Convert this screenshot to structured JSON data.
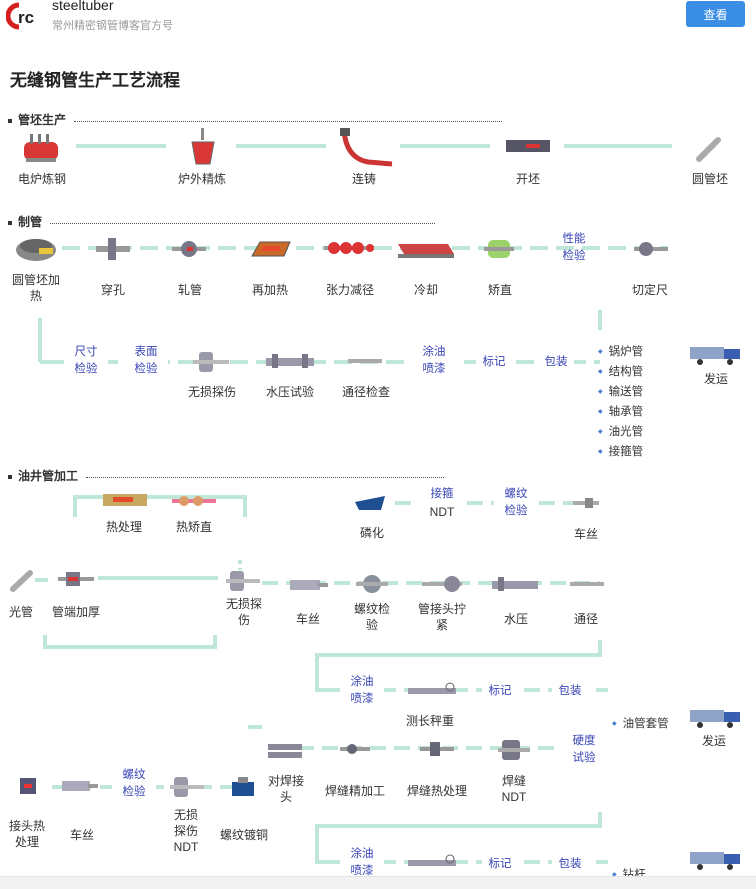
{
  "header": {
    "account_name": "steeltuber",
    "account_sub": "常州精密钢管博客官方号",
    "view_button": "查看",
    "logo_text": "rc"
  },
  "article": {
    "title": "无缝钢管生产工艺流程"
  },
  "sections": {
    "s1": "管坯生产",
    "s2": "制管",
    "s3": "油井管加工"
  },
  "s1": {
    "l1": "电炉炼钢",
    "l2": "炉外精炼",
    "l3": "连铸",
    "l4": "开坯",
    "l5": "圆管坯"
  },
  "s2": {
    "l1": "圆管坯加",
    "l1b": "热",
    "l2": "穿孔",
    "l3": "轧管",
    "l4": "再加热",
    "l5": "张力减径",
    "l6": "冷却",
    "l7": "矫直",
    "b1": "性能",
    "b1b": "检验",
    "l8": "切定尺",
    "b2": "尺寸",
    "b2b": "检验",
    "b3": "表面",
    "b3b": "检验",
    "l9": "无损探伤",
    "l10": "水压试验",
    "l11": "通径检查",
    "b4": "涂油",
    "b4b": "喷漆",
    "b5": "标记",
    "b6": "包装",
    "products": [
      "锅炉管",
      "结构管",
      "输送管",
      "轴承管",
      "油光管",
      "接箍管"
    ],
    "ship": "发运"
  },
  "s3": {
    "heat": "热处理",
    "hotstraight": "热矫直",
    "phos": "磷化",
    "b_coupling": "接箍",
    "ndt1": "NDT",
    "b_thread": "螺纹",
    "b_thread_b": "检验",
    "threading1": "车丝",
    "bare": "光管",
    "upset": "管端加厚",
    "ndt2": "无损探",
    "ndt2b": "伤",
    "threading2": "车丝",
    "threadinsp": "螺纹检",
    "threadinsp_b": "验",
    "makeup": "管接头拧",
    "makeup_b": "紧",
    "hydro": "水压",
    "drift": "通径",
    "b_oil": "涂油",
    "b_oil_b": "喷漆",
    "measure": "测长秤重",
    "b_mark": "标记",
    "b_pack": "包装",
    "casing": "油管套管",
    "ship": "发运",
    "butt": "对焊接",
    "butt_b": "头",
    "weldfinish": "焊缝精加工",
    "weldheat": "焊缝热处理",
    "weldndt": "焊缝",
    "weldndt_b": "NDT",
    "b_hard": "硬度",
    "b_hard_b": "试验",
    "jheat": "接头热",
    "jheat_b": "处理",
    "threading3": "车丝",
    "b_thread2": "螺纹",
    "b_thread2_b": "检验",
    "ndt3": "无损",
    "ndt3_b": "探伤",
    "ndt3_c": "NDT",
    "copper": "螺纹镀铜",
    "b_oil2": "涂油",
    "b_oil2_b": "喷漆",
    "b_mark2": "标记",
    "b_pack2": "包装",
    "drillrod": "钻杆"
  },
  "colors": {
    "flow_line": "#bfe7d8",
    "accent_blue": "#3845b5",
    "button_blue": "#3a8ee6"
  }
}
